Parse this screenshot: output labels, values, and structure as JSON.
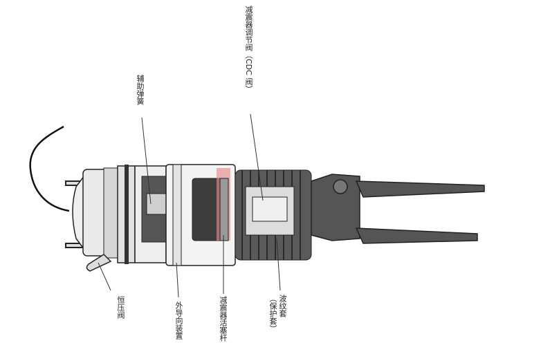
{
  "labels": {
    "cdc_valve": "减震器调节阀（CDC 阀）",
    "aux_spring": "辅助弹簧",
    "pressure_valve": "恒压阀",
    "outer_guide": "外导向装置",
    "piston_rod": "减震器活塞杆",
    "bellows_line1": "波纹套",
    "bellows_line2": "（保护套）"
  },
  "colors": {
    "outline": "#222222",
    "dark_metal": "#4a4a4a",
    "light_metal": "#e6e6e6",
    "highlight": "#e88a8a"
  }
}
